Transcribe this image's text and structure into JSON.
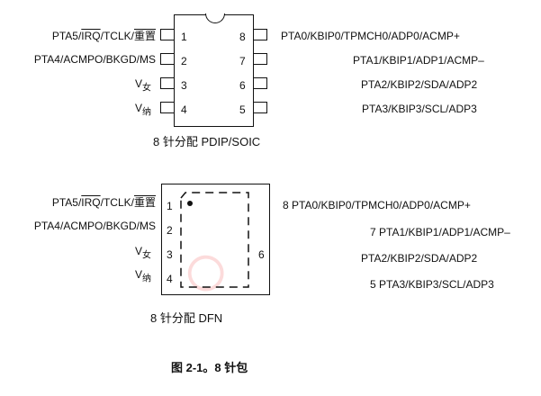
{
  "soic": {
    "left": [
      "PTA5/",
      "IRQ",
      "/TCLK/",
      "重置",
      "PTA4/ACMPO/BKGD/MS",
      "V",
      "女",
      "V",
      "纳"
    ],
    "right": [
      "PTA0/KBIP0/TPMCH0/ADP0/ACMP+",
      "PTA1/KBIP1/ADP1/ACMP–",
      "PTA2/KBIP2/SDA/ADP2",
      "PTA3/KBIP3/SCL/ADP3"
    ],
    "numbers": [
      "1",
      "2",
      "3",
      "4",
      "8",
      "7",
      "6",
      "5"
    ],
    "caption": "8 针分配 PDIP/SOIC"
  },
  "dfn": {
    "right": [
      "8 PTA0/KBIP0/TPMCH0/ADP0/ACMP+",
      "7 PTA1/KBIP1/ADP1/ACMP–",
      "PTA2/KBIP2/SDA/ADP2",
      "5 PTA3/KBIP3/SCL/ADP3"
    ],
    "numbers": [
      "1",
      "2",
      "3",
      "4",
      "6"
    ],
    "caption": "8 针分配 DFN"
  },
  "figure_caption": "图 2-1。8 针包"
}
